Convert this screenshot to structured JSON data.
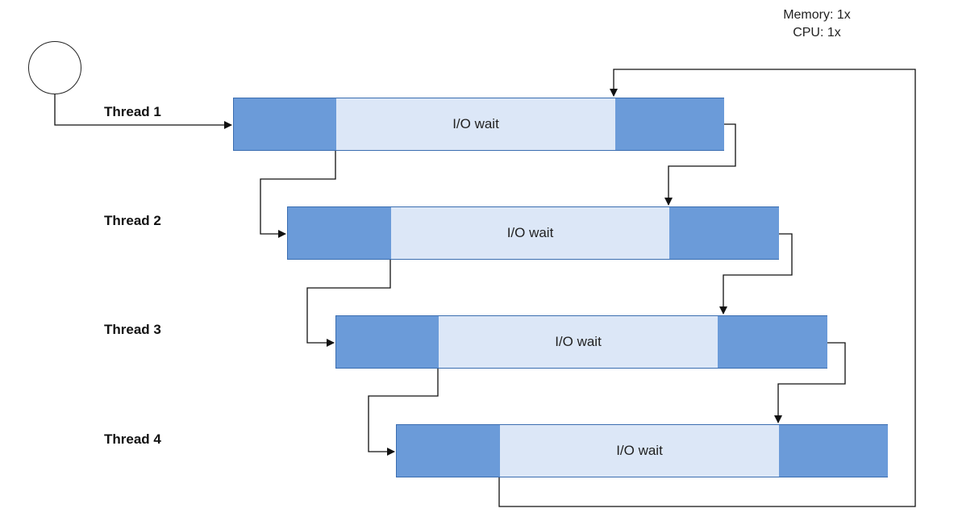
{
  "stats": {
    "memory": "Memory: 1x",
    "cpu": "CPU: 1x"
  },
  "threads": [
    {
      "label": "Thread 1",
      "wait_label": "I/O wait"
    },
    {
      "label": "Thread 2",
      "wait_label": "I/O wait"
    },
    {
      "label": "Thread 3",
      "wait_label": "I/O wait"
    },
    {
      "label": "Thread 4",
      "wait_label": "I/O wait"
    }
  ],
  "colors": {
    "cpu_block": "#6b9bd9",
    "io_wait_block": "#dce7f7",
    "outline": "#3a6db0",
    "connector": "#111111"
  }
}
